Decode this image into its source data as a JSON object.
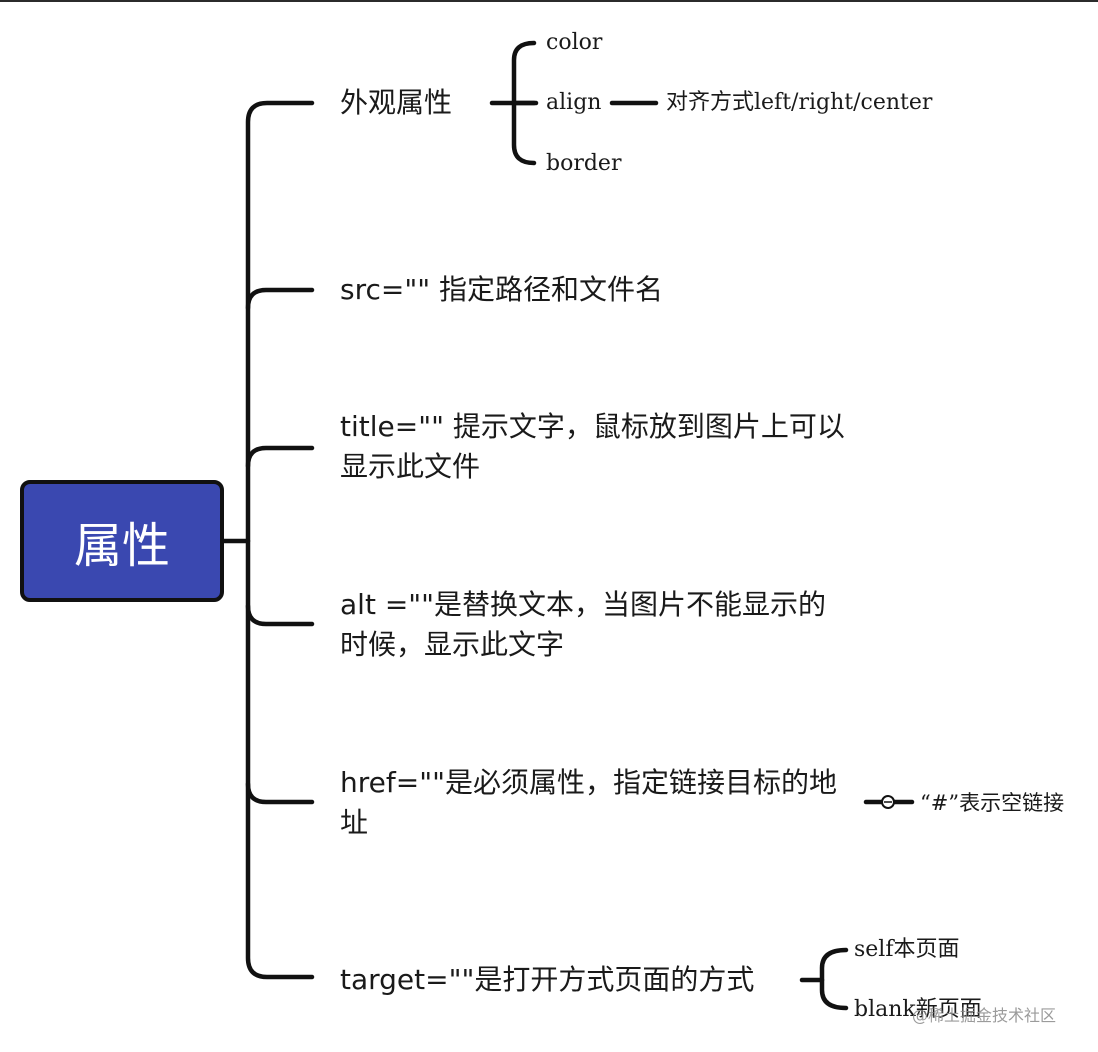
{
  "root": {
    "label": "属性"
  },
  "branches": [
    {
      "label": "外观属性"
    },
    {
      "label": "src=\"\"  指定路径和文件名"
    },
    {
      "label": "title=\"\" 提示文字，鼠标放到图片上可以显示此文件"
    },
    {
      "label": "alt =\"\"是替换文本，当图片不能显示的时候，显示此文字"
    },
    {
      "label": "href=\"\"是必须属性，指定链接目标的地址"
    },
    {
      "label": "target=\"\"是打开方式页面的方式"
    }
  ],
  "appearance_children": [
    {
      "label": "color"
    },
    {
      "label": "align"
    },
    {
      "label": "border"
    }
  ],
  "align_detail": {
    "label": "对齐方式left/right/center"
  },
  "href_detail": {
    "label": "“#”表示空链接"
  },
  "target_children": [
    {
      "label": "self本页面"
    },
    {
      "label": "blank新页面"
    }
  ],
  "watermark": {
    "label": "@稀土掘金技术社区"
  },
  "colors": {
    "root_fill": "#3a48b0",
    "line": "#111111",
    "text": "#1a1a1a"
  }
}
